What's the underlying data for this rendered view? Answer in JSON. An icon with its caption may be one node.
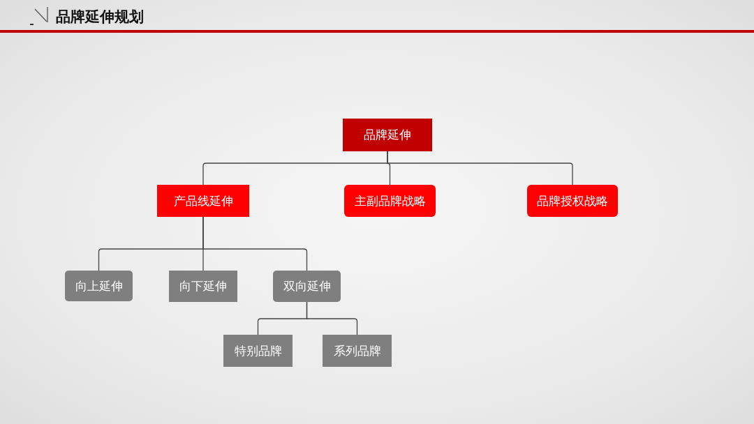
{
  "diagram": {
    "title": "品牌延伸规划",
    "nodes": [
      {
        "text": [
          "品牌延伸"
        ]
      },
      {
        "text": [
          "产品线延伸"
        ]
      },
      {
        "text": [
          "主副品牌战略"
        ]
      },
      {
        "text": [
          "品牌授权战略"
        ]
      },
      {
        "text": [
          "向上延伸"
        ]
      },
      {
        "text": [
          "向下延伸"
        ]
      },
      {
        "text": [
          "双向延伸"
        ]
      },
      {
        "text": [
          "特别品牌"
        ]
      },
      {
        "text": [
          "系列品牌"
        ]
      }
    ],
    "edges": [
      {
        "from": 0,
        "to": 1,
        "arrow": "none"
      },
      {
        "from": 0,
        "to": 2,
        "arrow": "none"
      },
      {
        "from": 0,
        "to": 3,
        "arrow": "none"
      },
      {
        "from": 1,
        "to": 4,
        "arrow": "none"
      },
      {
        "from": 1,
        "to": 5,
        "arrow": "none"
      },
      {
        "from": 1,
        "to": 6,
        "arrow": "none"
      },
      {
        "from": 6,
        "to": 7,
        "arrow": "none"
      },
      {
        "from": 6,
        "to": 8,
        "arrow": "none"
      }
    ]
  }
}
